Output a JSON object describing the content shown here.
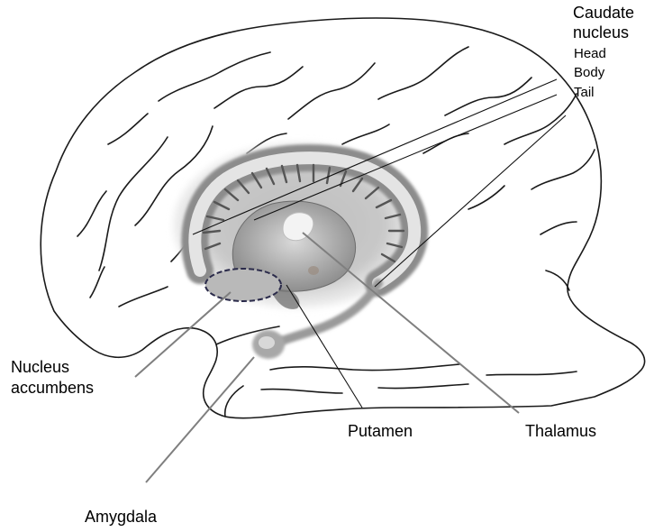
{
  "labels": {
    "caudate_line1": "Caudate",
    "caudate_line2": "nucleus",
    "head": "Head",
    "body": "Body",
    "tail": "Tail",
    "nucleus_accumbens_line1": "Nucleus",
    "nucleus_accumbens_line2": "accumbens",
    "putamen": "Putamen",
    "thalamus": "Thalamus",
    "amygdala": "Amygdala"
  },
  "colors": {
    "outline": "#1a1a1a",
    "basal_ganglia_fill": "#a9a9a9",
    "basal_ganglia_halo": "#d0d0d0",
    "leader_gray": "#7f7f7f",
    "leader_black": "#111111"
  }
}
